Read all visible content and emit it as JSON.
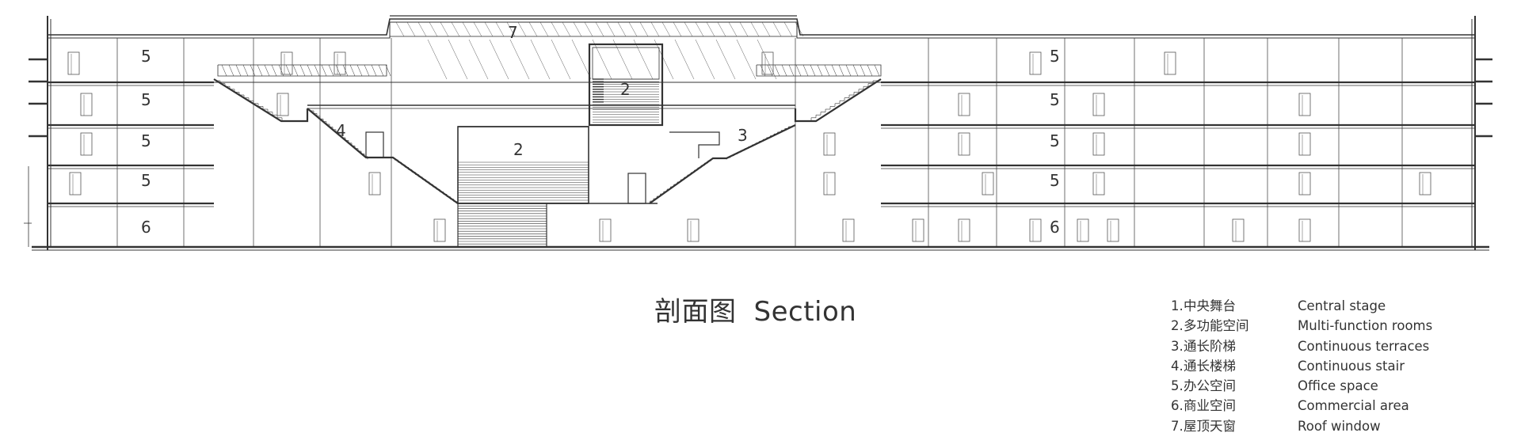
{
  "section_labels": {
    "office_1": "5",
    "office_2": "5",
    "office_3": "5",
    "office_4": "5",
    "office_5": "5",
    "office_6": "5",
    "office_7": "5",
    "office_8": "5",
    "commercial_1": "6",
    "commercial_2": "6",
    "roof_window": "7",
    "multi_function_upper": "2",
    "multi_function_lower": "2",
    "terraces": "3",
    "stair": "4"
  },
  "caption": {
    "cn": "剖面图",
    "en": "Section"
  },
  "legend": [
    {
      "num": "1.",
      "cn": "中央舞台",
      "en": "Central stage"
    },
    {
      "num": "2.",
      "cn": "多功能空间",
      "en": "Multi-function rooms"
    },
    {
      "num": "3.",
      "cn": "通长阶梯",
      "en": "Continuous terraces"
    },
    {
      "num": "4.",
      "cn": "通长楼梯",
      "en": "Continuous stair"
    },
    {
      "num": "5.",
      "cn": "办公空间",
      "en": "Office space"
    },
    {
      "num": "6.",
      "cn": "商业空间",
      "en": "Commercial area"
    },
    {
      "num": "7.",
      "cn": "屋顶天窗",
      "en": "Roof window"
    }
  ]
}
